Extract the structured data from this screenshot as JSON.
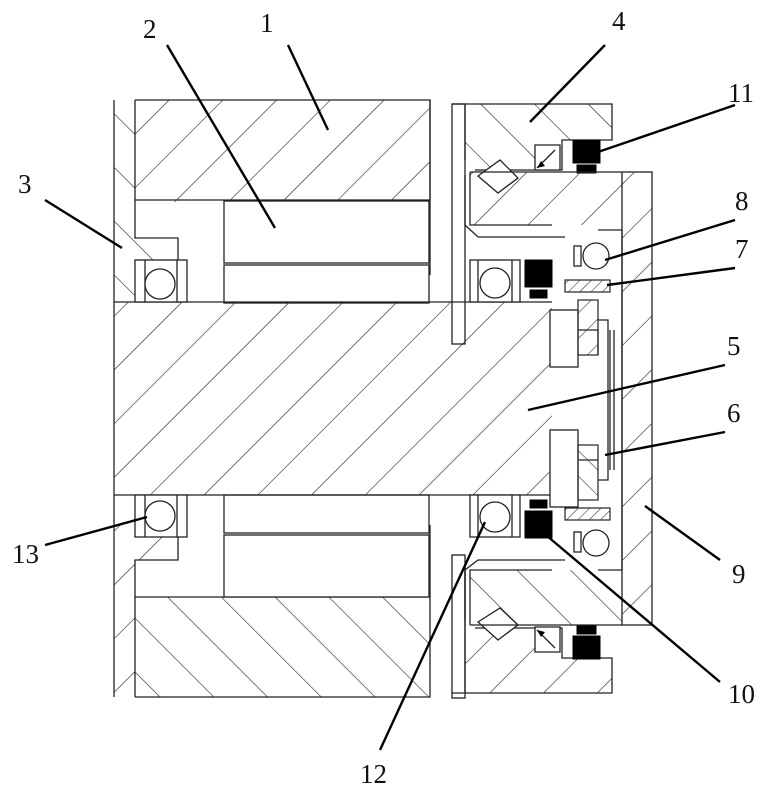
{
  "figure": {
    "description_labels": [
      {
        "id": "label-1",
        "text": "1"
      },
      {
        "id": "label-2",
        "text": "2"
      },
      {
        "id": "label-3",
        "text": "3"
      },
      {
        "id": "label-4",
        "text": "4"
      },
      {
        "id": "label-5",
        "text": "5"
      },
      {
        "id": "label-6",
        "text": "6"
      },
      {
        "id": "label-7",
        "text": "7"
      },
      {
        "id": "label-8",
        "text": "8"
      },
      {
        "id": "label-9",
        "text": "9"
      },
      {
        "id": "label-10",
        "text": "10"
      },
      {
        "id": "label-11",
        "text": "11"
      },
      {
        "id": "label-12",
        "text": "12"
      },
      {
        "id": "label-13",
        "text": "13"
      }
    ],
    "colors": {
      "line": "#222222",
      "seal": "#000000",
      "background": "#ffffff"
    }
  }
}
